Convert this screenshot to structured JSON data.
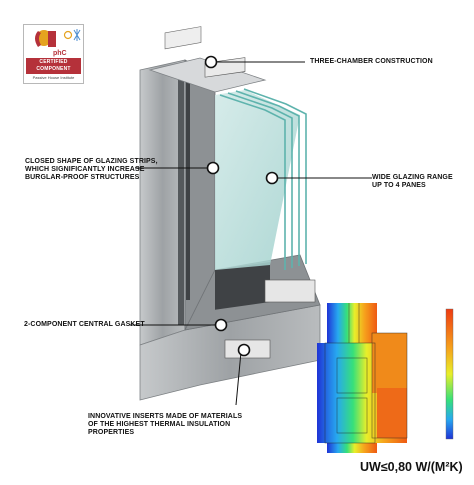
{
  "badge": {
    "logo_text": "phC",
    "line1": "CERTIFIED",
    "line2": "COMPONENT",
    "subtitle": "Passive House Institute"
  },
  "callouts": {
    "three_chamber": "THREE-CHAMBER CONSTRUCTION",
    "glazing_strips": [
      "CLOSED SHAPE OF GLAZING STRIPS,",
      "WHICH SIGNIFICANTLY INCREASE",
      "BURGLAR-PROOF STRUCTURES"
    ],
    "wide_glazing": [
      "WIDE GLAZING RANGE",
      "UP TO 4 PANES"
    ],
    "gasket": "2-COMPONENT CENTRAL GASKET",
    "inserts": [
      "INNOVATIVE INSERTS MADE OF MATERIALS",
      "OF THE HIGHEST THERMAL INSULATION",
      "PROPERTIES"
    ]
  },
  "uw_value": "UW≤0,80 W/(M²K)",
  "colors": {
    "badge_red": "#b5313a",
    "frame": "#a9adb0",
    "glass": "#8fc7c4"
  }
}
